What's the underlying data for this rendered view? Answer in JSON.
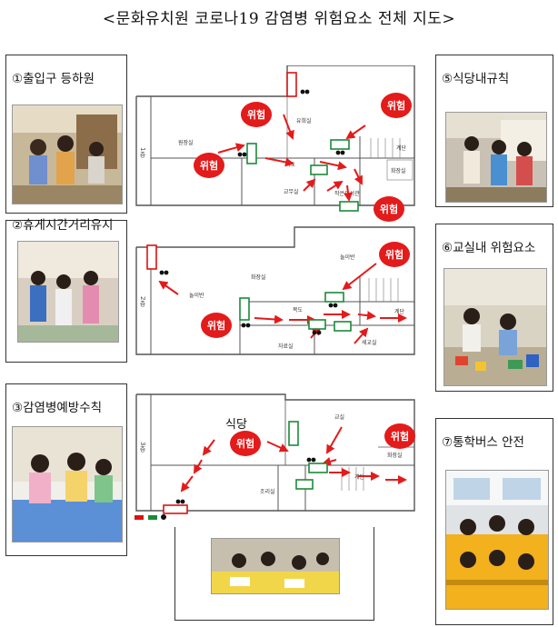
{
  "title": "<문화유치원 코로나19 감염병 위험요소 전체 지도>",
  "cards": [
    {
      "label": "①출입구 등하원"
    },
    {
      "label": "②휴게시간거리유지"
    },
    {
      "label": "③감염병예방수칙"
    },
    {
      "label": "⑤식당내규칙"
    },
    {
      "label": "⑥교실내 위험요소"
    },
    {
      "label": "⑦통학버스 안전"
    }
  ],
  "danger_label": "위험",
  "cafeteria_label": "식당",
  "floor_labels": [
    "1층",
    "2층",
    "3층"
  ],
  "corridor_label": "복도",
  "colors": {
    "danger": "#e31b1b",
    "arrow": "#e31b1b",
    "exit_box": "#1a8a3a",
    "emergency_box": "#d11",
    "wall": "#555"
  },
  "map_rooms": {
    "f1": [
      "원장실",
      "유희실",
      "교무실",
      "계단",
      "화장실",
      "작은도서관",
      "출입구"
    ],
    "f2": [
      "화장실",
      "놀이반",
      "놀이반",
      "계단",
      "자료실",
      "세교실"
    ],
    "f3": [
      "교실",
      "계단",
      "화장실",
      "조리실"
    ]
  }
}
